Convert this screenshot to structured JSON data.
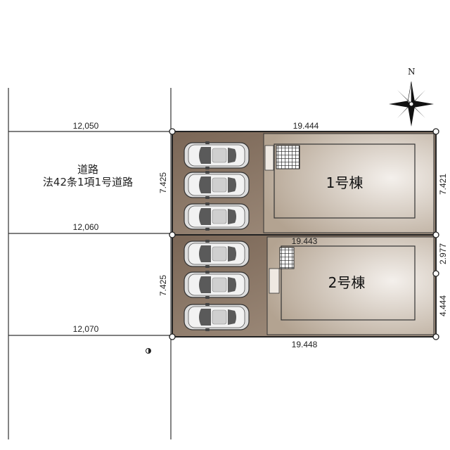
{
  "north_label": "N",
  "road": {
    "line1": "道路",
    "line2": "法42条1項1号道路"
  },
  "road_widths": {
    "top": "12,050",
    "middle": "12,060",
    "bottom": "12,070"
  },
  "lot_dimensions": {
    "top_width": "19.444",
    "middle_width": "19.443",
    "bottom_width": "19.448",
    "left_upper_depth": "7.425",
    "left_lower_depth": "7.425",
    "right_upper_depth": "7.421",
    "right_mid_depth": "2.977",
    "right_lower_depth": "4.444"
  },
  "buildings": {
    "building_1": "1号棟",
    "building_2": "2号棟"
  },
  "parking": {
    "upper_lot_cars": 3,
    "lower_lot_cars": 3
  },
  "colors": {
    "lot_fill": "#8c7a68",
    "building_fill": "#d8ccbf",
    "line": "#333333",
    "car_body": "#e6e6e6",
    "car_glass": "#555555"
  }
}
